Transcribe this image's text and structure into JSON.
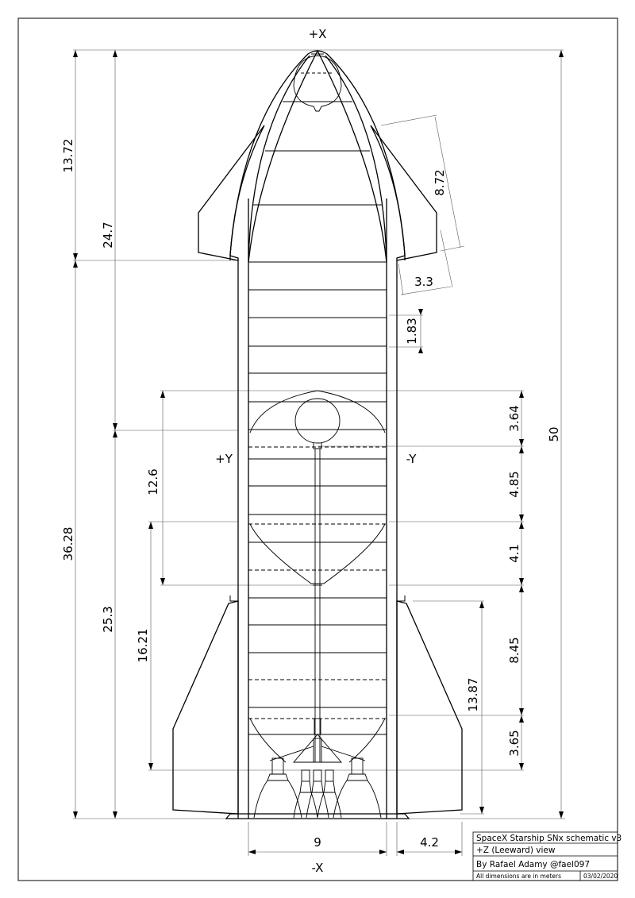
{
  "axes": {
    "top": "+X",
    "bottom": "-X",
    "left": "+Y",
    "right": "-Y"
  },
  "dimensions": {
    "nose_height": "13.72",
    "upper_section": "24.7",
    "lower_section": "36.28",
    "aft_section": "25.3",
    "header_tank": "12.6",
    "lower_tank": "16.21",
    "fin_span_upper": "8.72",
    "fin_width_upper": "3.3",
    "ring_spacing": "1.83",
    "dome_upper": "3.64",
    "tank_mid_a": "4.85",
    "tank_mid_b": "4.1",
    "tank_lower": "8.45",
    "aft_fin_height": "13.87",
    "dome_lower": "3.65",
    "total_height": "50",
    "body_diameter": "9",
    "aft_fin_width": "4.2"
  },
  "title_block": {
    "title": "SpaceX Starship SNx schematic v3",
    "view": "+Z (Leeward) view",
    "author": "By Rafael Adamy @fael097",
    "units_note": "All dimensions are in meters",
    "date": "03/02/2020"
  }
}
